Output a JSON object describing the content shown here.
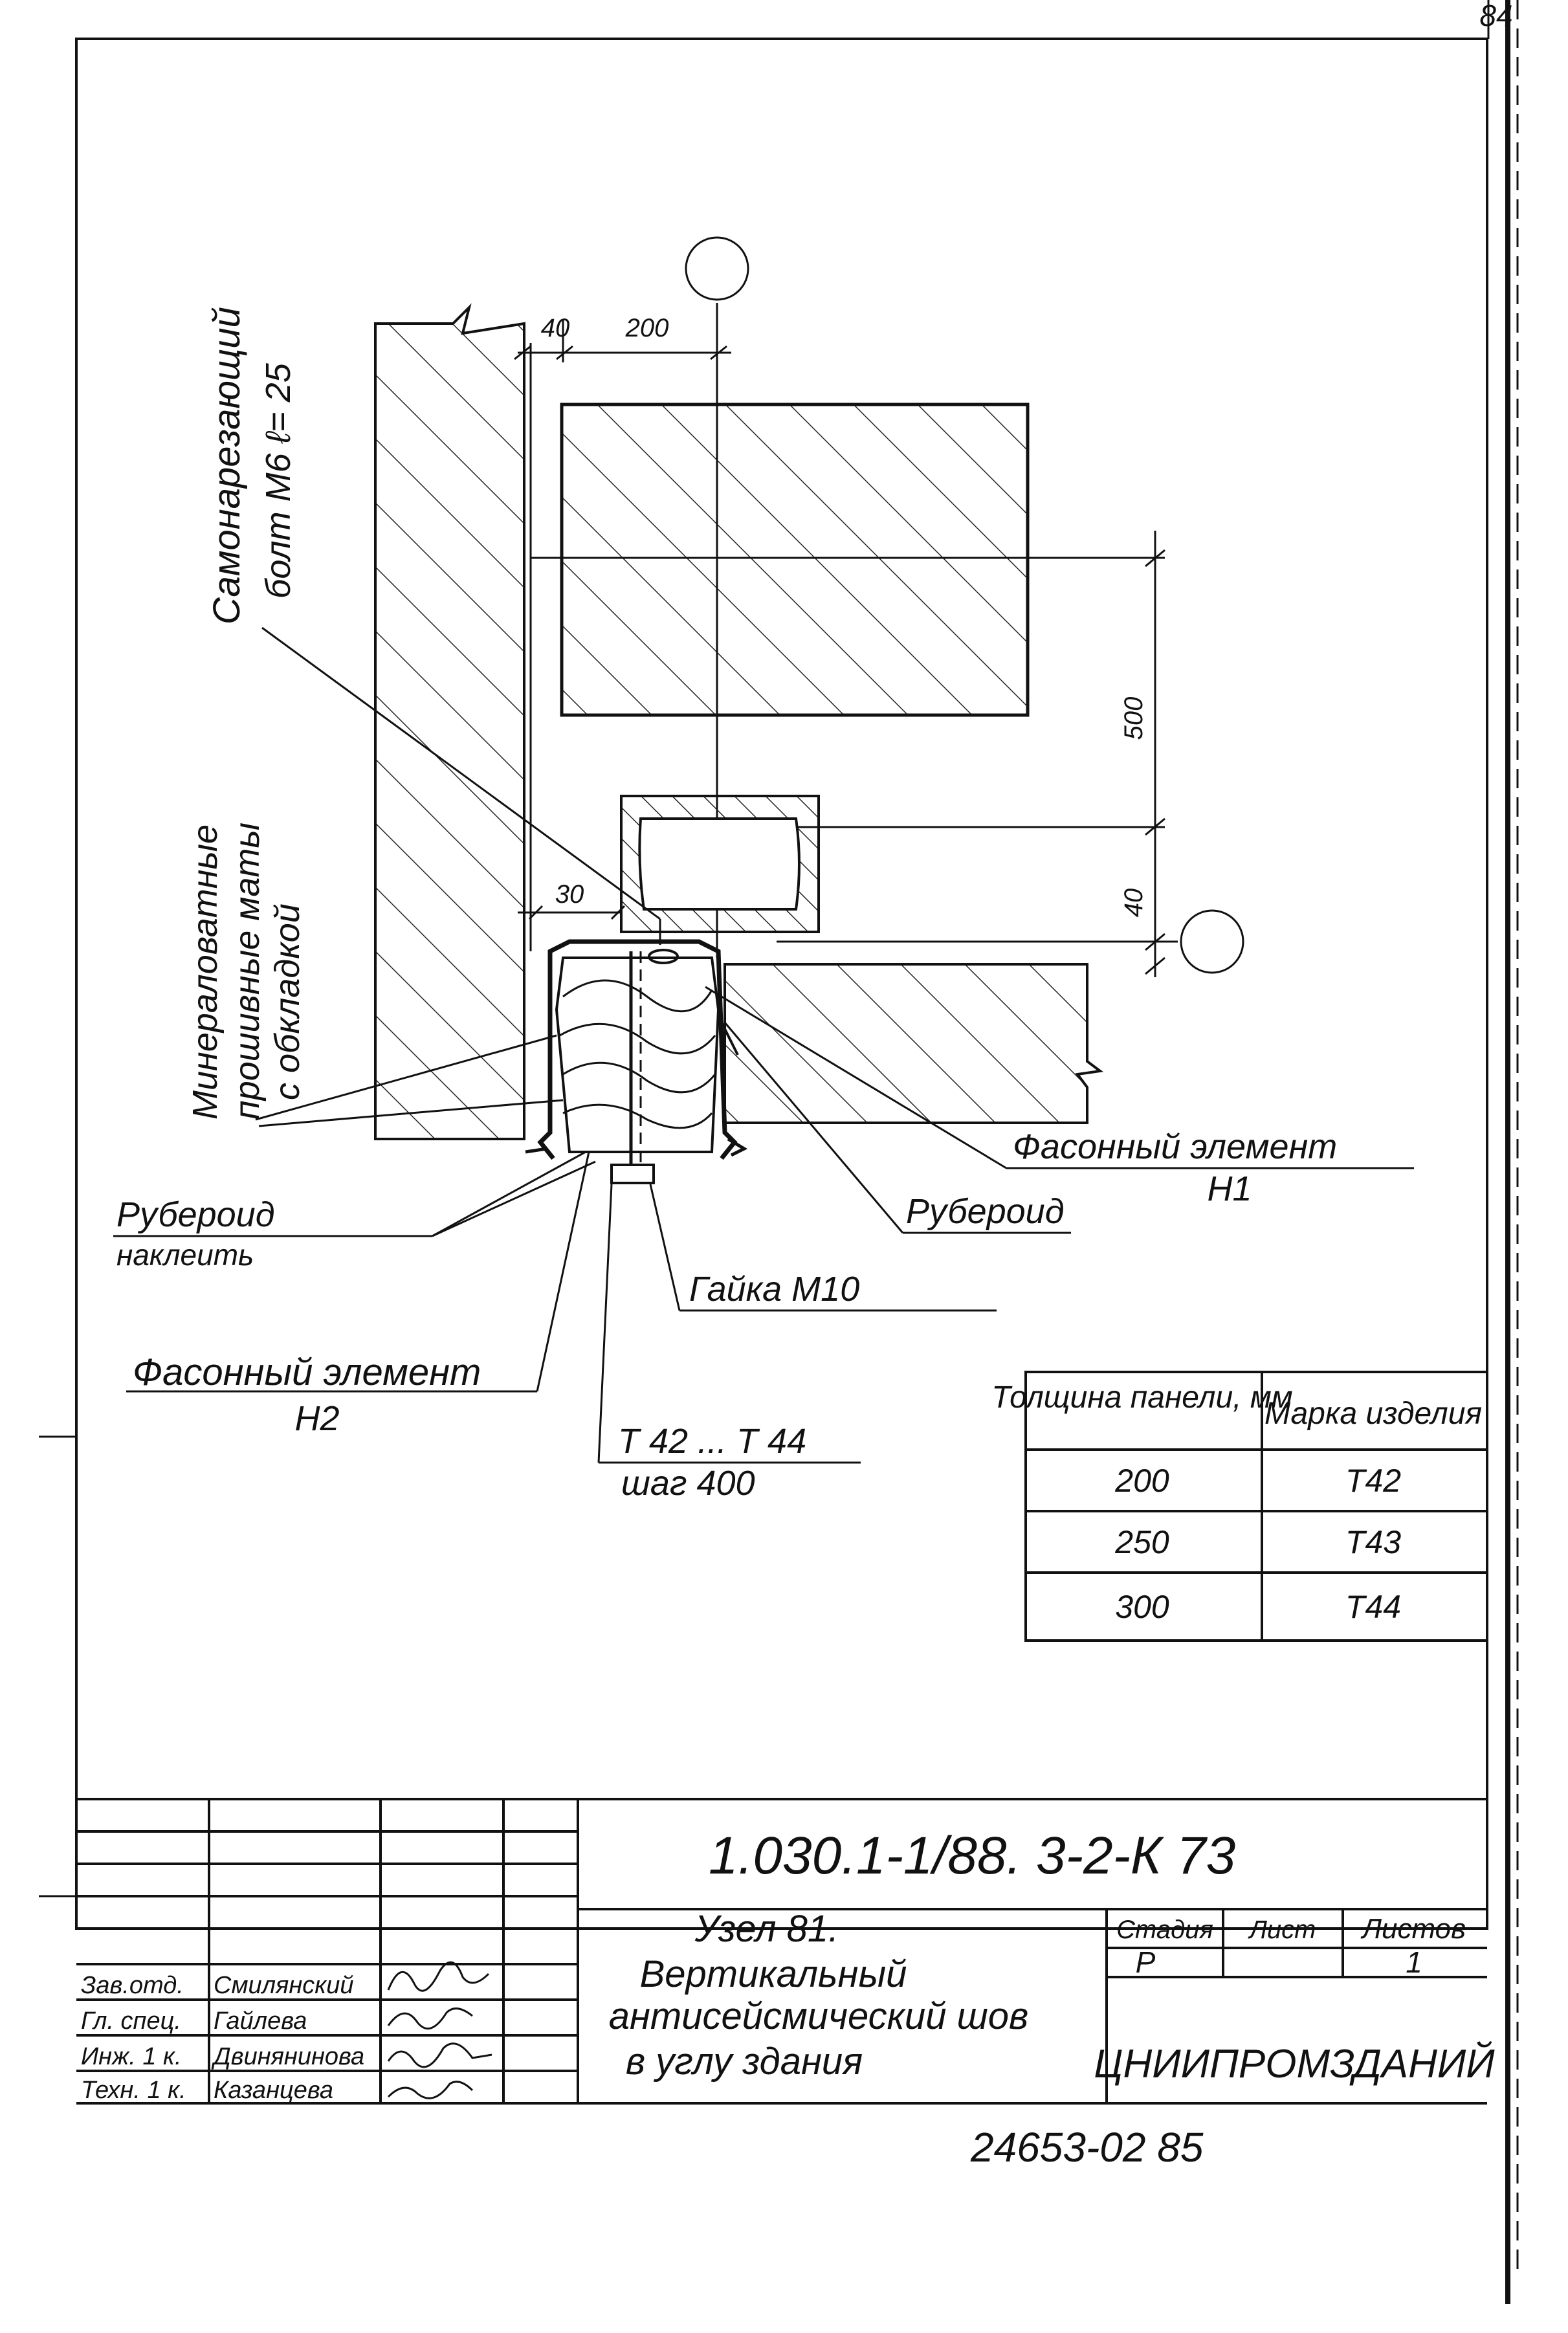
{
  "sheet_corner": "84",
  "dimensions": {
    "d40_top": "40",
    "d200": "200",
    "d500": "500",
    "d40_side": "40",
    "d30": "30"
  },
  "callouts": {
    "bolt_l1": "Самонарезающий",
    "bolt_l2": "болт М6   ℓ= 25",
    "mats_l1": "Минераловатные",
    "mats_l2": "прошивные маты",
    "mats_l3": "с обкладкой",
    "ruberoid_left": "Рубероид",
    "ruberoid_left_sub": "наклеить",
    "ruberoid_right": "Рубероид",
    "element_h1": "Фасонный элемент",
    "element_h1_mark": "Н1",
    "nut": "Гайка М10",
    "element_h2": "Фасонный элемент",
    "element_h2_mark": "Н2",
    "t_range": "Т 42 ... Т 44",
    "pitch": "шаг  400"
  },
  "table": {
    "headers": [
      "Толщина панели, мм",
      "Марка изделия"
    ],
    "rows": [
      [
        "200",
        "Т42"
      ],
      [
        "250",
        "Т43"
      ],
      [
        "300",
        "Т44"
      ]
    ]
  },
  "title_block": {
    "code": "1.030.1-1/88. 3-2-К 73",
    "title_l1": "Узел 81.",
    "title_l2": "Вертикальный",
    "title_l3": "антисейсмический  шов",
    "title_l4": "в углу   здания",
    "stage_label": "Стадия",
    "sheet_label": "Лист",
    "sheets_label": "Листов",
    "stage": "Р",
    "sheets": "1",
    "org": "ЦНИИПРОМЗДАНИЙ",
    "staff": [
      {
        "role": "Зав.отд.",
        "name": "Смилянский"
      },
      {
        "role": "Гл. спец.",
        "name": "Гайлева"
      },
      {
        "role": "Инж. 1 к.",
        "name": "Двинянинова"
      },
      {
        "role": "Техн. 1 к.",
        "name": "Казанцева"
      }
    ],
    "bottom_number": "24653-02   85"
  }
}
